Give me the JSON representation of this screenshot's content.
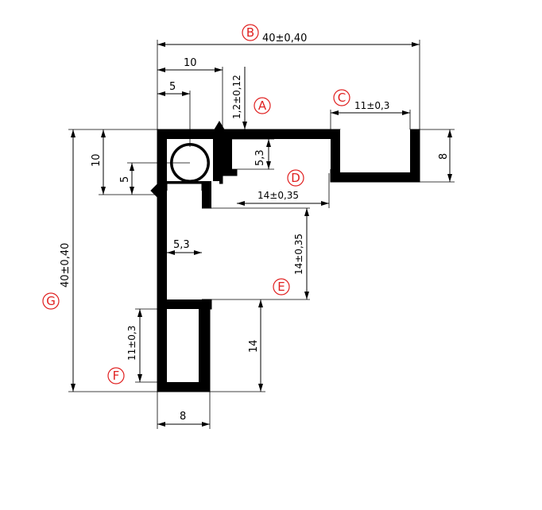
{
  "dimensions": {
    "overall_width": "40±0,40",
    "overall_height": "40±0,40",
    "top_ten": "10",
    "top_five": "5",
    "wall_thickness": "1,2±0,12",
    "slot_c_width": "11±0,3",
    "right_height": "8",
    "left_ten": "10",
    "left_five": "5",
    "inner_five_three_v": "5,3",
    "d_width": "14±0,35",
    "inner_five_three_h": "5,3",
    "e_height": "14±0,35",
    "bottom_fourteen": "14",
    "slot_f_height": "11±0,3",
    "bottom_width": "8"
  },
  "markers": {
    "a": "A",
    "b": "B",
    "c": "C",
    "d": "D",
    "e": "E",
    "f": "F",
    "g": "G"
  }
}
